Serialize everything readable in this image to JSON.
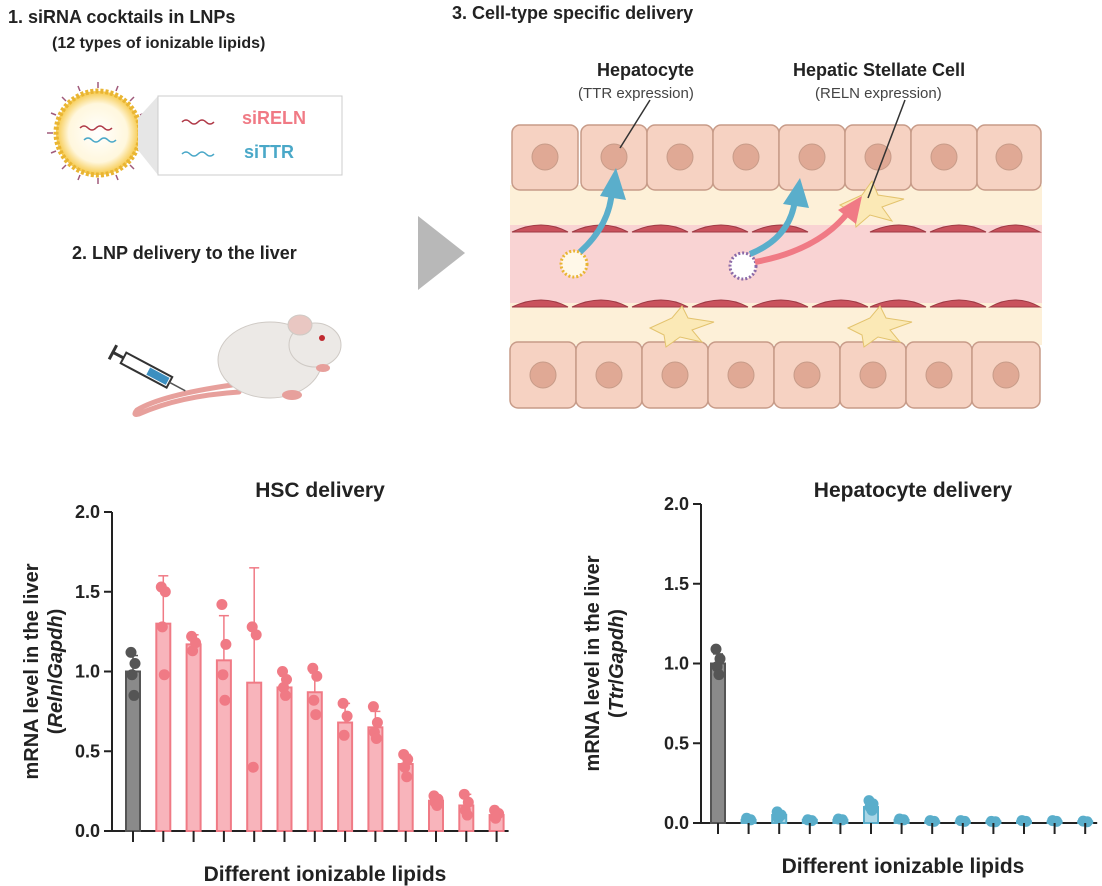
{
  "schematic": {
    "step1_title": "1. siRNA cocktails in LNPs",
    "step1_sub": "(12 types of ionizable lipids)",
    "sirna_1": "siRELN",
    "sirna_2": "siTTR",
    "step2_title": "2. LNP delivery to the liver",
    "step3_title": "3. Cell-type specific delivery",
    "hepatocyte_label": "Hepatocyte",
    "hepatocyte_sub": "(TTR expression)",
    "hsc_label": "Hepatic Stellate Cell",
    "hsc_sub": "(RELN expression)"
  },
  "colors": {
    "pink": "#f07a85",
    "pinkFill": "#f8b4bb",
    "blue": "#5aaecb",
    "blueFill": "#a9d6e6",
    "gray": "#555555"
  },
  "chart_data": [
    {
      "type": "bar",
      "title": "HSC delivery",
      "xlabel": "Different ionizable lipids",
      "ylabel_main": "mRNA level in the liver",
      "ylabel_open": "(",
      "ylabel_gene": "Reln",
      "ylabel_sep": "/",
      "ylabel_ref": "Gapdh",
      "ylabel_close": ")",
      "ylim": [
        0,
        2.0
      ],
      "yticks": [
        "0.0",
        "0.5",
        "1.0",
        "1.5",
        "2.0"
      ],
      "values": [
        1.0,
        1.3,
        1.17,
        1.07,
        0.93,
        0.9,
        0.87,
        0.68,
        0.65,
        0.42,
        0.19,
        0.16,
        0.1
      ],
      "errors": [
        0.1,
        0.3,
        0.06,
        0.28,
        0.72,
        0.07,
        0.12,
        0.12,
        0.1,
        0.06,
        0.02,
        0.07,
        0.03
      ],
      "points": [
        [
          1.12,
          1.05,
          0.98,
          0.85
        ],
        [
          1.53,
          1.5,
          1.28,
          0.98
        ],
        [
          1.22,
          1.18,
          1.13
        ],
        [
          1.42,
          1.17,
          0.98,
          0.82
        ],
        [
          1.28,
          1.23,
          0.4
        ],
        [
          1.0,
          0.95,
          0.9,
          0.85
        ],
        [
          1.02,
          0.97,
          0.82,
          0.73
        ],
        [
          0.8,
          0.72,
          0.6
        ],
        [
          0.78,
          0.68,
          0.62,
          0.58
        ],
        [
          0.48,
          0.45,
          0.4,
          0.34
        ],
        [
          0.22,
          0.2,
          0.18,
          0.16
        ],
        [
          0.23,
          0.18,
          0.13,
          0.1
        ],
        [
          0.13,
          0.11,
          0.08
        ]
      ],
      "grid": false
    },
    {
      "type": "bar",
      "title": "Hepatocyte delivery",
      "xlabel": "Different ionizable lipids",
      "ylabel_main": "mRNA level in the liver",
      "ylabel_open": "(",
      "ylabel_gene": "Ttr",
      "ylabel_sep": "/",
      "ylabel_ref": "Gapdh",
      "ylabel_close": ")",
      "ylim": [
        0,
        2.0
      ],
      "yticks": [
        "0.0",
        "0.5",
        "1.0",
        "1.5",
        "2.0"
      ],
      "values": [
        1.0,
        0.02,
        0.05,
        0.02,
        0.02,
        0.1,
        0.02,
        0.01,
        0.01,
        0.01,
        0.01,
        0.01,
        0.01
      ],
      "errors": [
        0.06,
        0.01,
        0.02,
        0.01,
        0.01,
        0.04,
        0.01,
        0.005,
        0.005,
        0.005,
        0.005,
        0.005,
        0.005
      ],
      "points": [
        [
          1.09,
          1.03,
          0.98,
          0.93
        ],
        [
          0.03,
          0.02
        ],
        [
          0.07,
          0.05,
          0.03
        ],
        [
          0.02,
          0.015
        ],
        [
          0.025,
          0.02
        ],
        [
          0.14,
          0.12,
          0.1,
          0.08
        ],
        [
          0.025,
          0.02
        ],
        [
          0.015,
          0.01
        ],
        [
          0.015,
          0.01
        ],
        [
          0.01,
          0.008
        ],
        [
          0.015,
          0.01
        ],
        [
          0.015,
          0.01
        ],
        [
          0.012,
          0.008
        ]
      ],
      "grid": false
    }
  ]
}
